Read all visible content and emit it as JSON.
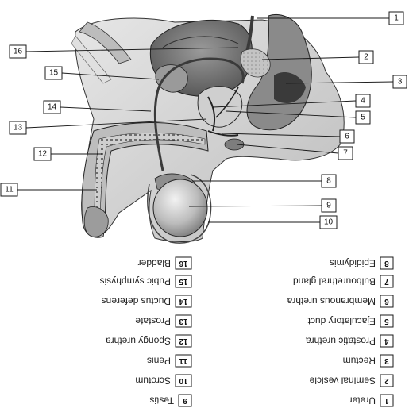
{
  "callouts": [
    {
      "num": "1"
    },
    {
      "num": "2"
    },
    {
      "num": "3"
    },
    {
      "num": "4"
    },
    {
      "num": "5"
    },
    {
      "num": "6"
    },
    {
      "num": "7"
    },
    {
      "num": "8"
    },
    {
      "num": "9"
    },
    {
      "num": "10"
    },
    {
      "num": "11"
    },
    {
      "num": "12"
    },
    {
      "num": "13"
    },
    {
      "num": "14"
    },
    {
      "num": "15"
    },
    {
      "num": "16"
    }
  ],
  "legend": [
    {
      "num": "1",
      "text": "Ureter"
    },
    {
      "num": "2",
      "text": "Seminal vesicle"
    },
    {
      "num": "3",
      "text": "Rectum"
    },
    {
      "num": "4",
      "text": "Prostatic urethra"
    },
    {
      "num": "5",
      "text": "Ejaculatory duct"
    },
    {
      "num": "6",
      "text": "Membranous urethra"
    },
    {
      "num": "7",
      "text": "Bulbourethral gland"
    },
    {
      "num": "8",
      "text": "Epididymis"
    },
    {
      "num": "9",
      "text": "Testis"
    },
    {
      "num": "10",
      "text": "Scrotum"
    },
    {
      "num": "11",
      "text": "Penis"
    },
    {
      "num": "12",
      "text": "Spongy urethra"
    },
    {
      "num": "13",
      "text": "Prostate"
    },
    {
      "num": "14",
      "text": "Ductus deferens"
    },
    {
      "num": "15",
      "text": "Pubic symphysis"
    },
    {
      "num": "16",
      "text": "Bladder"
    }
  ],
  "colors": {
    "tissue_light": "#d9d9d9",
    "tissue_mid": "#a8a8a8",
    "tissue_dark": "#5a5a5a",
    "outline": "#1a1a1a"
  }
}
